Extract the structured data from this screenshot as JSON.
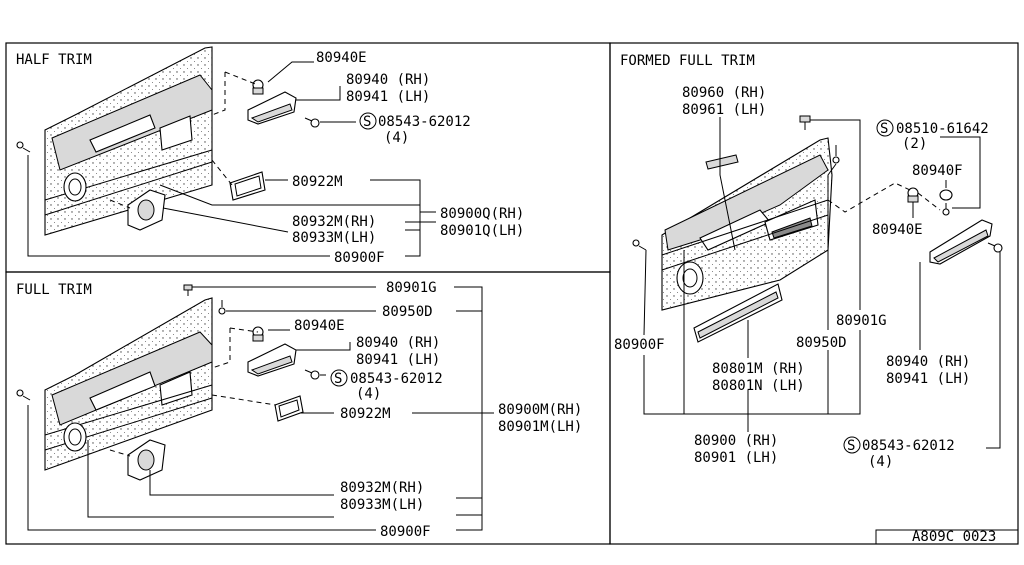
{
  "sections": {
    "half_trim": {
      "title": "HALF TRIM",
      "labels": {
        "clip_upper": "80940E",
        "handle_rh": "80940 (RH)",
        "handle_lh": "80941 (LH)",
        "screw_symbol": "S",
        "screw_part": "08543-62012",
        "screw_qty": "(4)",
        "pocket": "80922M",
        "trim_rh": "80900Q(RH)",
        "trim_lh": "80901Q(LH)",
        "finisher_rh": "80932M(RH)",
        "finisher_lh": "80933M(LH)",
        "clip_lower": "80900F"
      }
    },
    "full_trim": {
      "title": "FULL TRIM",
      "labels": {
        "grommet": "80901G",
        "clip_top": "80950D",
        "clip_upper": "80940E",
        "handle_rh": "80940 (RH)",
        "handle_lh": "80941 (LH)",
        "screw_symbol": "S",
        "screw_part": "08543-62012",
        "screw_qty": "(4)",
        "pocket": "80922M",
        "trim_rh": "80900M(RH)",
        "trim_lh": "80901M(LH)",
        "finisher_rh": "80932M(RH)",
        "finisher_lh": "80933M(LH)",
        "clip_lower": "80900F"
      }
    },
    "formed_full_trim": {
      "title": "FORMED FULL TRIM",
      "labels": {
        "strap_rh": "80960 (RH)",
        "strap_lh": "80961 (LH)",
        "screw_top_symbol": "S",
        "screw_top_part": "08510-61642",
        "screw_top_qty": "(2)",
        "clip_f": "80940F",
        "clip_e": "80940E",
        "grommet": "80901G",
        "clip_d": "80950D",
        "clip_lower": "80900F",
        "pocket_rh": "80801M (RH)",
        "pocket_lh": "80801N (LH)",
        "handle_rh": "80940 (RH)",
        "handle_lh": "80941 (LH)",
        "trim_rh": "80900 (RH)",
        "trim_lh": "80901 (LH)",
        "screw_symbol": "S",
        "screw_part": "08543-62012",
        "screw_qty": "(4)"
      }
    }
  },
  "footer": {
    "diagram_code": "A809C 0023"
  }
}
